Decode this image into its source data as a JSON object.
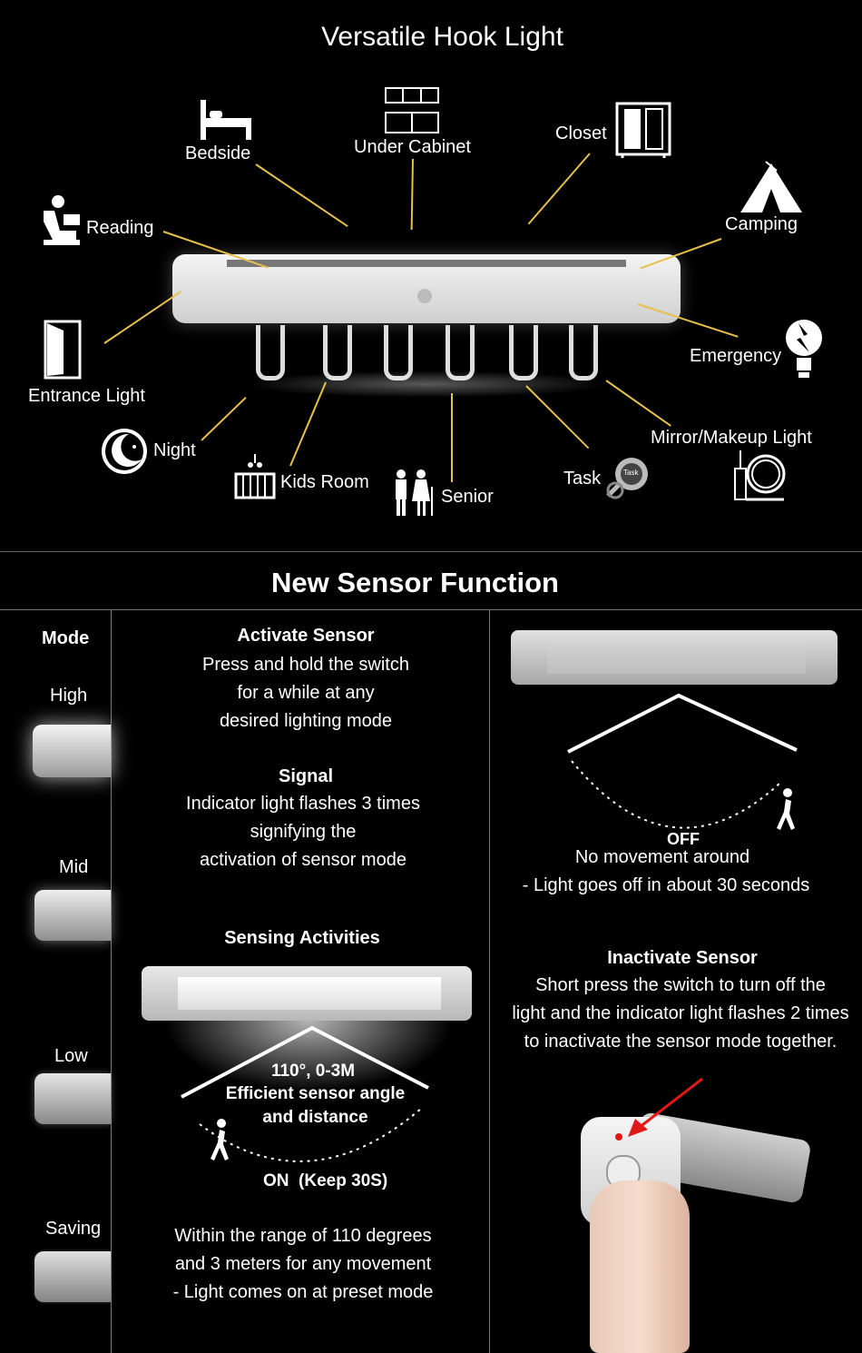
{
  "top": {
    "title": "Versatile Hook Light",
    "labels": {
      "bedside": "Bedside",
      "under_cabinet": "Under Cabinet",
      "closet": "Closet",
      "reading": "Reading",
      "camping": "Camping",
      "entrance": "Entrance Light",
      "emergency": "Emergency",
      "night": "Night",
      "mirror": "Mirror/Makeup Light",
      "kids_room": "Kids Room",
      "senior": "Senior",
      "task": "Task",
      "task_badge": "Task"
    },
    "line_color": "#e6c04a"
  },
  "sensor": {
    "title": "New Sensor Function",
    "mode_header": "Mode",
    "modes": [
      "High",
      "Mid",
      "Low",
      "Saving"
    ],
    "activate": {
      "heading": "Activate Sensor",
      "lines": [
        "Press and hold the switch",
        "for a while at any",
        "desired lighting mode"
      ]
    },
    "signal": {
      "heading": "Signal",
      "lines": [
        "Indicator light flashes 3 times",
        "signifying the",
        "activation of sensor mode"
      ]
    },
    "sensing": {
      "heading": "Sensing Activities",
      "angle": "110°, 0-3M",
      "angle_desc_1": "Efficient sensor angle",
      "angle_desc_2": "and distance",
      "on_label": "ON  (Keep 30S)",
      "lines": [
        "Within the range of 110 degrees",
        "and 3 meters for any movement",
        "- Light comes on at preset mode"
      ]
    },
    "off": {
      "label": "OFF",
      "lines": [
        "No movement around",
        "- Light goes off in about 30 seconds"
      ]
    },
    "inactivate": {
      "heading": "Inactivate Sensor",
      "lines": [
        "Short press the switch to turn off  the",
        "light and the indicator light flashes 2 times",
        "to inactivate the sensor mode together."
      ]
    },
    "arrow_color": "#e01818"
  }
}
